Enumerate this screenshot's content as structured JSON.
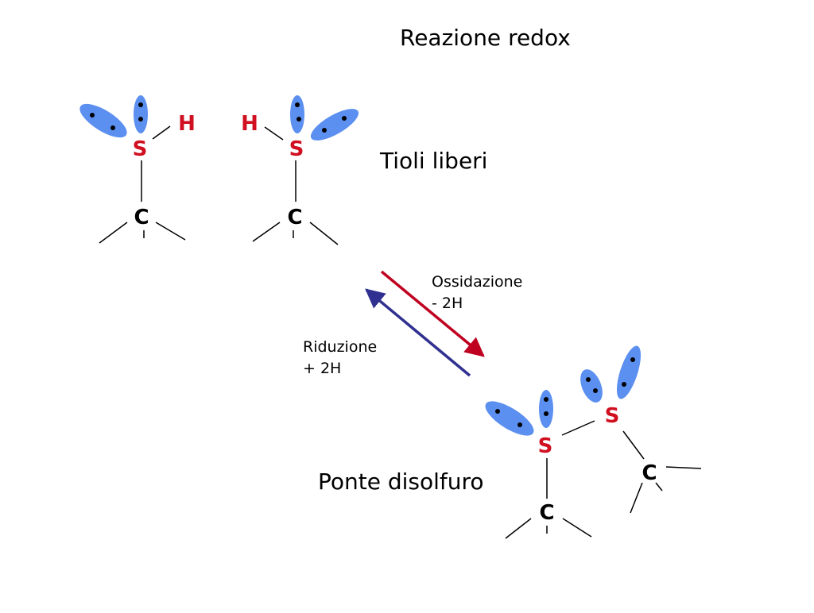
{
  "title": "Reazione redox",
  "labels": {
    "free_thiols": "Tioli liberi",
    "disulfide_bridge": "Ponte disolfuro",
    "oxidation": "Ossidazione",
    "oxidation_change": "- 2H",
    "reduction": "Riduzione",
    "reduction_change": "+ 2H"
  },
  "atoms": {
    "sulfur": "S",
    "carbon": "C",
    "hydrogen": "H"
  },
  "colors": {
    "oxidation_arrow": "#C00020",
    "reduction_arrow": "#303090",
    "lone_pair_lobe": "#5B8FF0",
    "sulfur": "#D01020",
    "hydrogen": "#D01020",
    "carbon": "#000000"
  }
}
